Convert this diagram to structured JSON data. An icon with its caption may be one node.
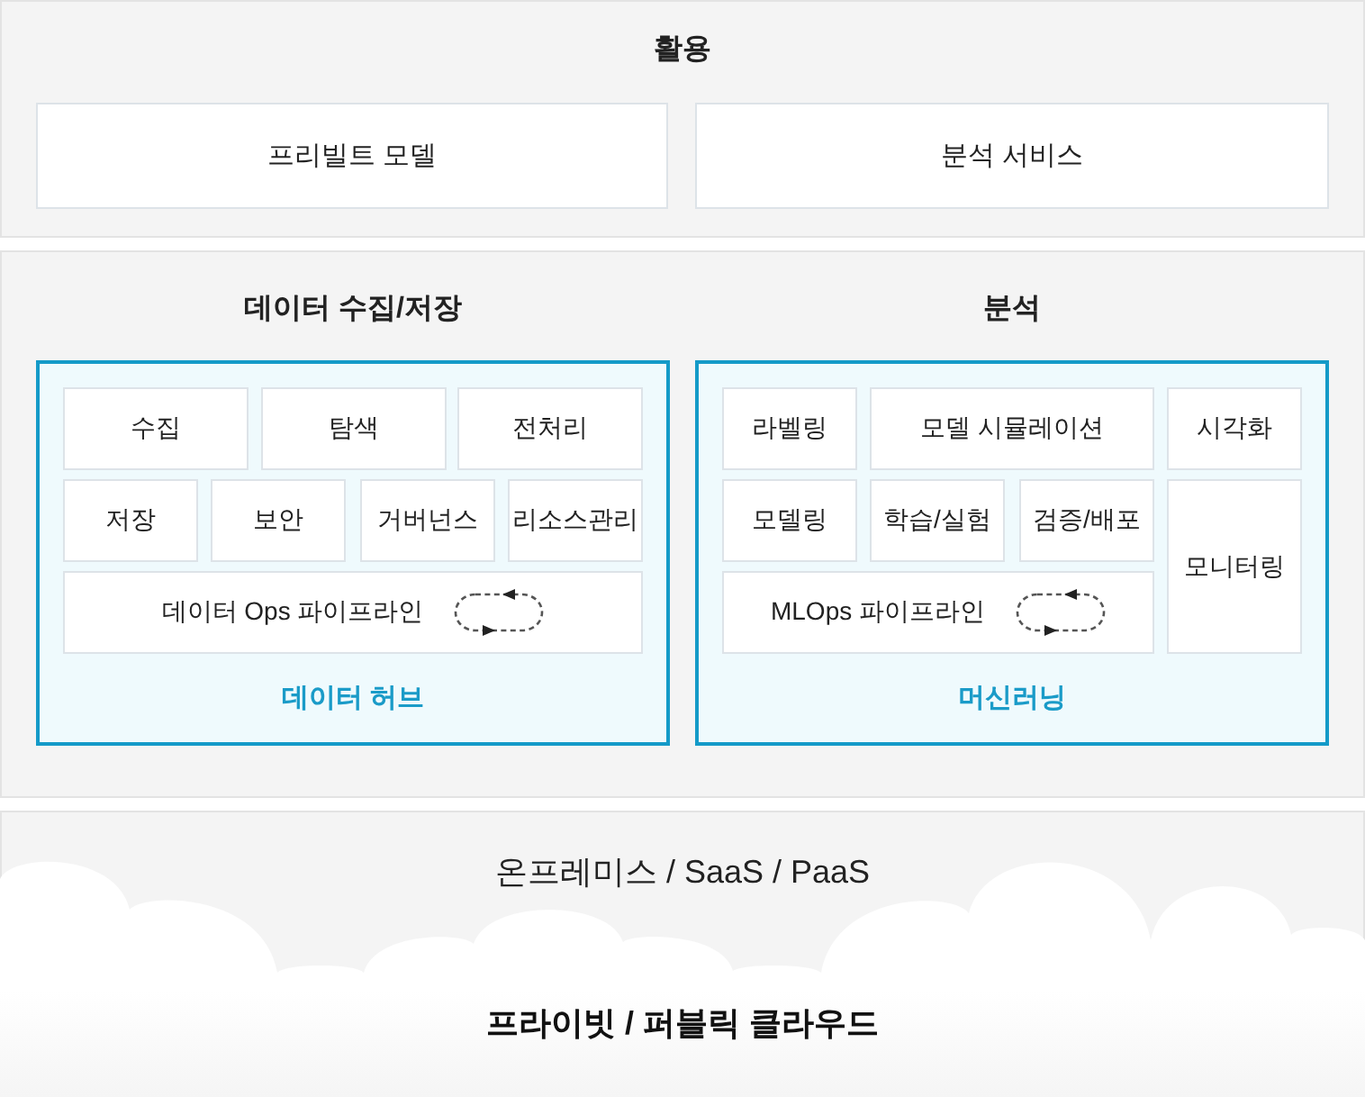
{
  "diagram": {
    "nodes": [
      {
        "text": [
          "활용"
        ]
      },
      {
        "text": [
          "프리빌트 모델"
        ],
        "in": 0
      },
      {
        "text": [
          "분석 서비스"
        ],
        "in": 0
      },
      {
        "text": [],
        "shape": "box"
      },
      {
        "text": [
          "데이터 수집/저장",
          "데이터 허브"
        ],
        "in": 3
      },
      {
        "text": [
          "수집"
        ],
        "in": 4
      },
      {
        "text": [
          "탐색"
        ],
        "in": 4
      },
      {
        "text": [
          "전처리"
        ],
        "in": 4
      },
      {
        "text": [
          "저장"
        ],
        "in": 4
      },
      {
        "text": [
          "보안"
        ],
        "in": 4
      },
      {
        "text": [
          "거버넌스"
        ],
        "in": 4
      },
      {
        "text": [
          "리소스관리"
        ],
        "in": 4
      },
      {
        "text": [
          "데이터 Ops 파이프라인"
        ],
        "in": 4
      },
      {
        "text": [
          "분석",
          "머신러닝"
        ],
        "in": 3
      },
      {
        "text": [
          "라벨링"
        ],
        "in": 13
      },
      {
        "text": [
          "모델 시뮬레이션"
        ],
        "in": 13
      },
      {
        "text": [
          "시각화"
        ],
        "in": 13
      },
      {
        "text": [
          "모델링"
        ],
        "in": 13
      },
      {
        "text": [
          "학습/실험"
        ],
        "in": 13
      },
      {
        "text": [
          "검증/배포"
        ],
        "in": 13
      },
      {
        "text": [
          "모니터링"
        ],
        "in": 13
      },
      {
        "text": [
          "MLOps 파이프라인"
        ],
        "in": 13
      },
      {
        "text": [
          "온프레미스 / SaaS / PaaS"
        ]
      },
      {
        "text": [
          "프라이빗 / 퍼블릭 클라우드"
        ],
        "in": 22
      }
    ]
  }
}
